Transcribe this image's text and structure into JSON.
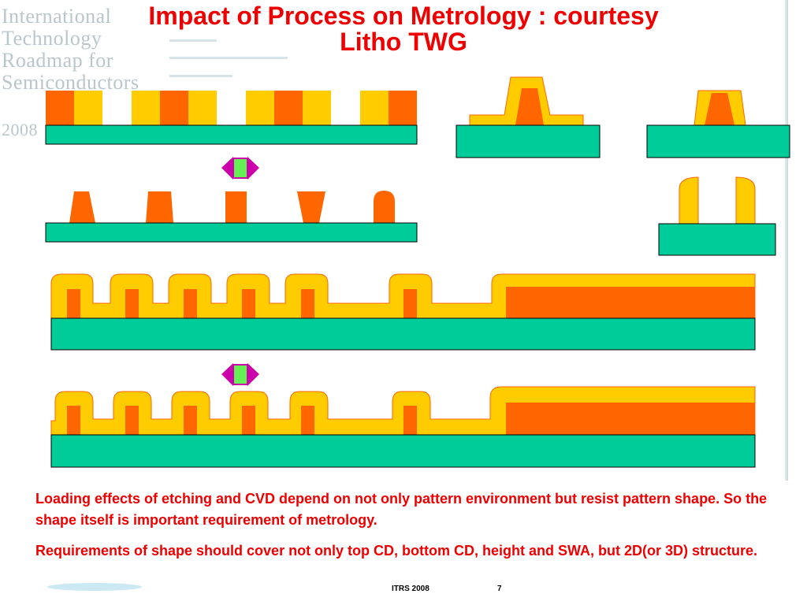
{
  "title": {
    "line1": "Impact of Process on Metrology : courtesy",
    "line2": "Litho TWG"
  },
  "watermark": [
    "International",
    "Technology",
    "Roadmap for",
    "Semiconductors",
    "2008"
  ],
  "notes": [
    "Loading effects of etching and CVD depend on not only pattern environment but resist pattern shape. So the shape itself is important requirement of metrology.",
    "Requirements of shape should cover not only top CD, bottom CD, height and SWA, but 2D(or 3D) structure."
  ],
  "footer": {
    "label": "ITRS  2008",
    "page": "7"
  },
  "colors": {
    "substrate": "#00cc99",
    "resist": "#ff6600",
    "film": "#ffcc00",
    "text": "#ee0000",
    "arrow_fill": "#66ee55",
    "arrow_stroke": "#cc00aa",
    "outline": "#000000"
  }
}
